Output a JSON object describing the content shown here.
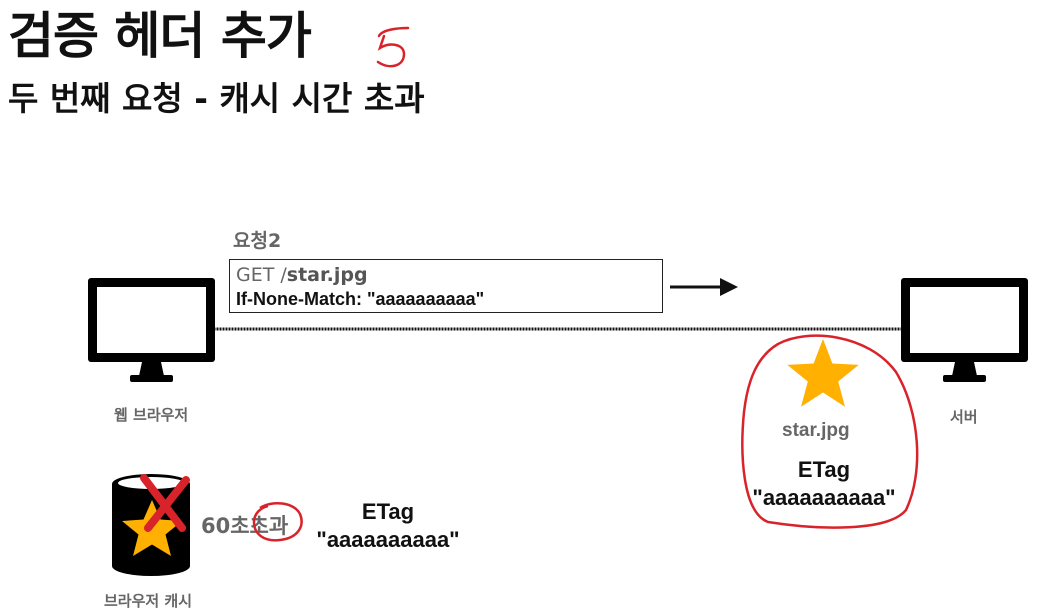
{
  "title": "검증 헤더 추가",
  "title_annotation": "5",
  "subtitle": "두 번째 요청 - 캐시 시간 초과",
  "request": {
    "label": "요청2",
    "line1_prefix": "GET /",
    "line1_path": "star.jpg",
    "line2": "If-None-Match: \"aaaaaaaaaa\""
  },
  "client": {
    "label": "웹 브라우저",
    "icon": "monitor-icon"
  },
  "server": {
    "label": "서버",
    "icon": "monitor-icon"
  },
  "cache": {
    "label": "브라우저 캐시",
    "icon": "database-icon",
    "expired_prefix": "60초",
    "expired_word": "초과",
    "etag_key": "ETag",
    "etag_value": "\"aaaaaaaaaa\""
  },
  "server_resource": {
    "icon": "star-icon",
    "filename": "star.jpg",
    "etag_key": "ETag",
    "etag_value": "\"aaaaaaaaaa\""
  },
  "colors": {
    "star": "#FFB000",
    "annotation_red": "#D9232A",
    "text_gray": "#666666"
  }
}
